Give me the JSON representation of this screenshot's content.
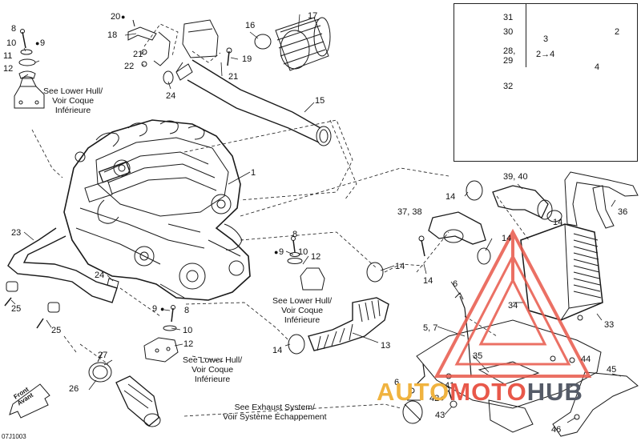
{
  "diagram": {
    "ref_code": "07J1003",
    "callouts": [
      {
        "id": "c1",
        "label": "1"
      },
      {
        "id": "c2",
        "label": "2"
      },
      {
        "id": "c3",
        "label": "3"
      },
      {
        "id": "c4",
        "label": "4"
      },
      {
        "id": "c5",
        "label": "5, 7"
      },
      {
        "id": "c6a",
        "label": "6"
      },
      {
        "id": "c6b",
        "label": "6"
      },
      {
        "id": "c8a",
        "label": "8"
      },
      {
        "id": "c8b",
        "label": "8"
      },
      {
        "id": "c8c",
        "label": "8"
      },
      {
        "id": "c9a",
        "label": "9"
      },
      {
        "id": "c9b",
        "label": "9"
      },
      {
        "id": "c9c",
        "label": "9"
      },
      {
        "id": "c10a",
        "label": "10"
      },
      {
        "id": "c10b",
        "label": "10"
      },
      {
        "id": "c10c",
        "label": "10"
      },
      {
        "id": "c11",
        "label": "11"
      },
      {
        "id": "c12a",
        "label": "12"
      },
      {
        "id": "c12b",
        "label": "12"
      },
      {
        "id": "c12c",
        "label": "12"
      },
      {
        "id": "c13",
        "label": "13"
      },
      {
        "id": "c14a",
        "label": "14"
      },
      {
        "id": "c14b",
        "label": "14"
      },
      {
        "id": "c14c",
        "label": "14"
      },
      {
        "id": "c14d",
        "label": "14"
      },
      {
        "id": "c14e",
        "label": "14"
      },
      {
        "id": "c14f",
        "label": "14"
      },
      {
        "id": "c15",
        "label": "15"
      },
      {
        "id": "c16",
        "label": "16"
      },
      {
        "id": "c17",
        "label": "17"
      },
      {
        "id": "c18",
        "label": "18"
      },
      {
        "id": "c19",
        "label": "19"
      },
      {
        "id": "c20",
        "label": "20"
      },
      {
        "id": "c21a",
        "label": "21"
      },
      {
        "id": "c21b",
        "label": "21"
      },
      {
        "id": "c22",
        "label": "22"
      },
      {
        "id": "c23",
        "label": "23"
      },
      {
        "id": "c24a",
        "label": "24"
      },
      {
        "id": "c24b",
        "label": "24"
      },
      {
        "id": "c25a",
        "label": "25"
      },
      {
        "id": "c25b",
        "label": "25"
      },
      {
        "id": "c26",
        "label": "26"
      },
      {
        "id": "c27",
        "label": "27"
      },
      {
        "id": "c28",
        "label": "28,"
      },
      {
        "id": "c29",
        "label": "29"
      },
      {
        "id": "c30",
        "label": "30"
      },
      {
        "id": "c31",
        "label": "31"
      },
      {
        "id": "c32",
        "label": "32"
      },
      {
        "id": "c33",
        "label": "33"
      },
      {
        "id": "c34",
        "label": "34"
      },
      {
        "id": "c35",
        "label": "35"
      },
      {
        "id": "c36",
        "label": "36"
      },
      {
        "id": "c37",
        "label": "37, 38"
      },
      {
        "id": "c39",
        "label": "39, 40"
      },
      {
        "id": "c41",
        "label": "41"
      },
      {
        "id": "c42",
        "label": "42"
      },
      {
        "id": "c43",
        "label": "43"
      },
      {
        "id": "c44",
        "label": "44"
      },
      {
        "id": "c45",
        "label": "45"
      },
      {
        "id": "c46",
        "label": "46"
      },
      {
        "id": "c2to4",
        "label": "2→4"
      }
    ],
    "notes": {
      "lower_hull_1": "See Lower Hull/",
      "lower_hull_2": "Voir Coque",
      "lower_hull_3": "Inférieure",
      "exhaust_1": "See Exhaust System/",
      "exhaust_2": "Voir Système Échappement",
      "front_1": "Front",
      "front_2": "Avant"
    },
    "watermark": {
      "part_a": "AUTO",
      "part_b": "MOTO",
      "part_c": "HUB"
    }
  },
  "colors": {
    "line": "#1a1a1a",
    "watermark_orange": "#f0b33f",
    "watermark_red": "#e8584a",
    "watermark_gray": "#555b68"
  }
}
